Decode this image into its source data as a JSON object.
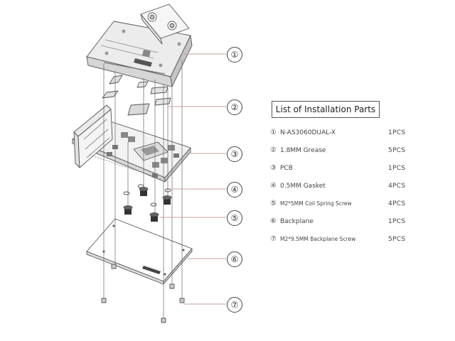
{
  "callouts": [
    "①",
    "②",
    "③",
    "④",
    "⑤",
    "⑥",
    "⑦"
  ],
  "parts_title": "List of Installation Parts",
  "parts": [
    {
      "num": "①",
      "name": "N-AS3060DUAL-X",
      "qty": "1PCS"
    },
    {
      "num": "②",
      "name": "1.8MM Grease",
      "qty": "5PCS"
    },
    {
      "num": "③",
      "name": "PCB",
      "qty": "1PCS"
    },
    {
      "num": "④",
      "name": "0.5MM Gasket",
      "qty": "4PCS"
    },
    {
      "num": "⑤",
      "name": "M2*5MM Coil Spring Screw",
      "qty": "4PCS"
    },
    {
      "num": "⑥",
      "name": "Backplane",
      "qty": "1PCS"
    },
    {
      "num": "⑦",
      "name": "M2*9.5MM Backplane Screw",
      "qty": "5PCS"
    }
  ],
  "colors": {
    "line": "#555555",
    "leader": "#c8a0a0"
  }
}
